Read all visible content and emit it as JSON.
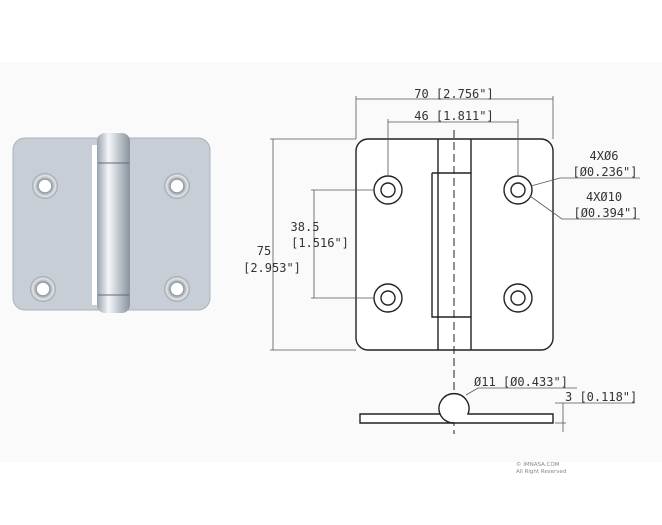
{
  "brand": {
    "copyright": "© IMNASA.COM",
    "rights": "All Right Reserved"
  },
  "drawing": {
    "width_label": "70 [2.756\"]",
    "hole_spacing_h_label": "46 [1.811\"]",
    "height_label_mm": "75",
    "height_label_in": "[2.953\"]",
    "hole_spacing_v_label_mm": "38.5",
    "hole_spacing_v_label_in": "[1.516\"]",
    "hole_label_1": "4XØ6",
    "hole_label_1_in": "[Ø0.236\"]",
    "hole_label_2": "4XØ10",
    "hole_label_2_in": "[Ø0.394\"]",
    "pin_label": "Ø11 [Ø0.433\"]",
    "thickness_label": "3 [0.118\"]"
  },
  "colors": {
    "line": "#222222",
    "metal": "#c9d0d8",
    "watermark": "#e6e6e6"
  }
}
